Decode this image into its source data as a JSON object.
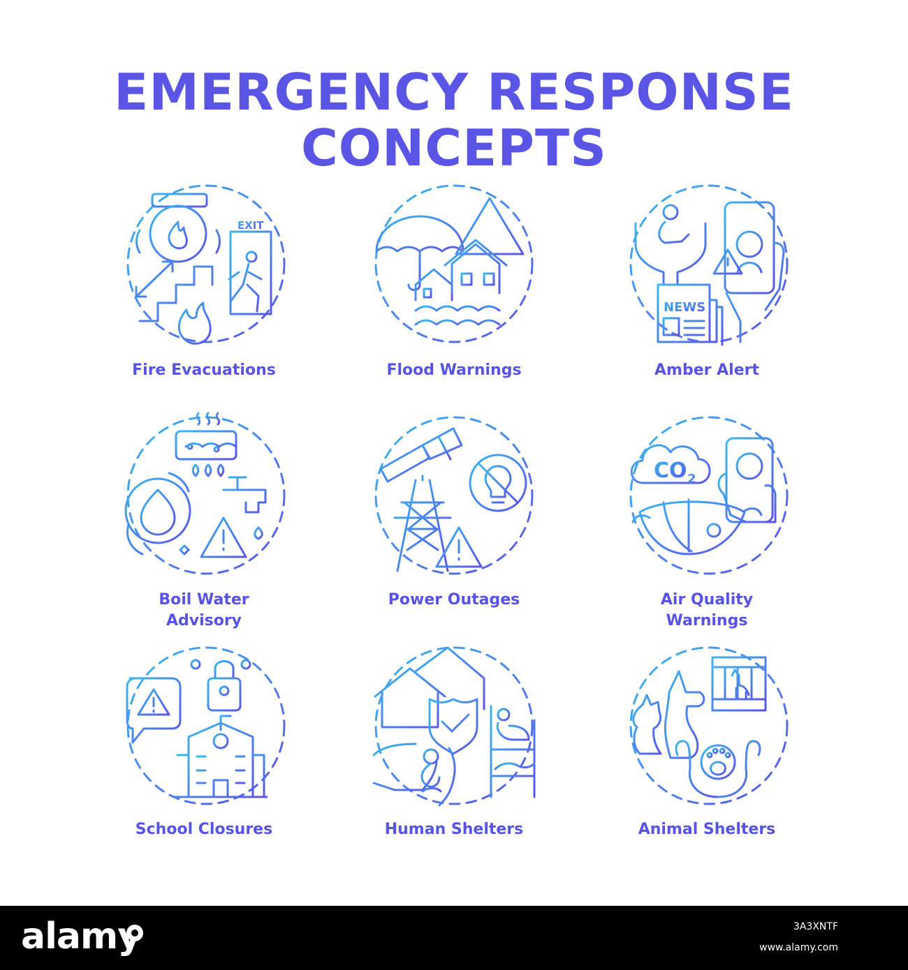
{
  "title": {
    "line1": "EMERGENCY RESPONSE",
    "line2": "CONCEPTS"
  },
  "colors": {
    "gradient_start": "#3bb8f0",
    "gradient_end": "#5b55e6",
    "footer_bg": "#000000"
  },
  "concepts": [
    {
      "label_lines": [
        "Fire Evacuations"
      ],
      "icon": "fire-evacuation-icon",
      "exit_sign": "EXIT"
    },
    {
      "label_lines": [
        "Flood Warnings"
      ],
      "icon": "flood-warning-icon"
    },
    {
      "label_lines": [
        "Amber Alert"
      ],
      "icon": "amber-alert-icon",
      "news_sign": "NEWS"
    },
    {
      "label_lines": [
        "Boil Water",
        "Advisory"
      ],
      "icon": "boil-water-icon"
    },
    {
      "label_lines": [
        "Power Outages"
      ],
      "icon": "power-outage-icon"
    },
    {
      "label_lines": [
        "Air Quality",
        "Warnings"
      ],
      "icon": "air-quality-icon",
      "co2_text": "CO",
      "co2_sub": "2"
    },
    {
      "label_lines": [
        "School Closures"
      ],
      "icon": "school-closure-icon"
    },
    {
      "label_lines": [
        "Human Shelters"
      ],
      "icon": "human-shelter-icon"
    },
    {
      "label_lines": [
        "Animal Shelters"
      ],
      "icon": "animal-shelter-icon"
    }
  ],
  "footer": {
    "brand": "alamy",
    "image_id": "3A3XNTF",
    "url": "www.alamy.com"
  }
}
